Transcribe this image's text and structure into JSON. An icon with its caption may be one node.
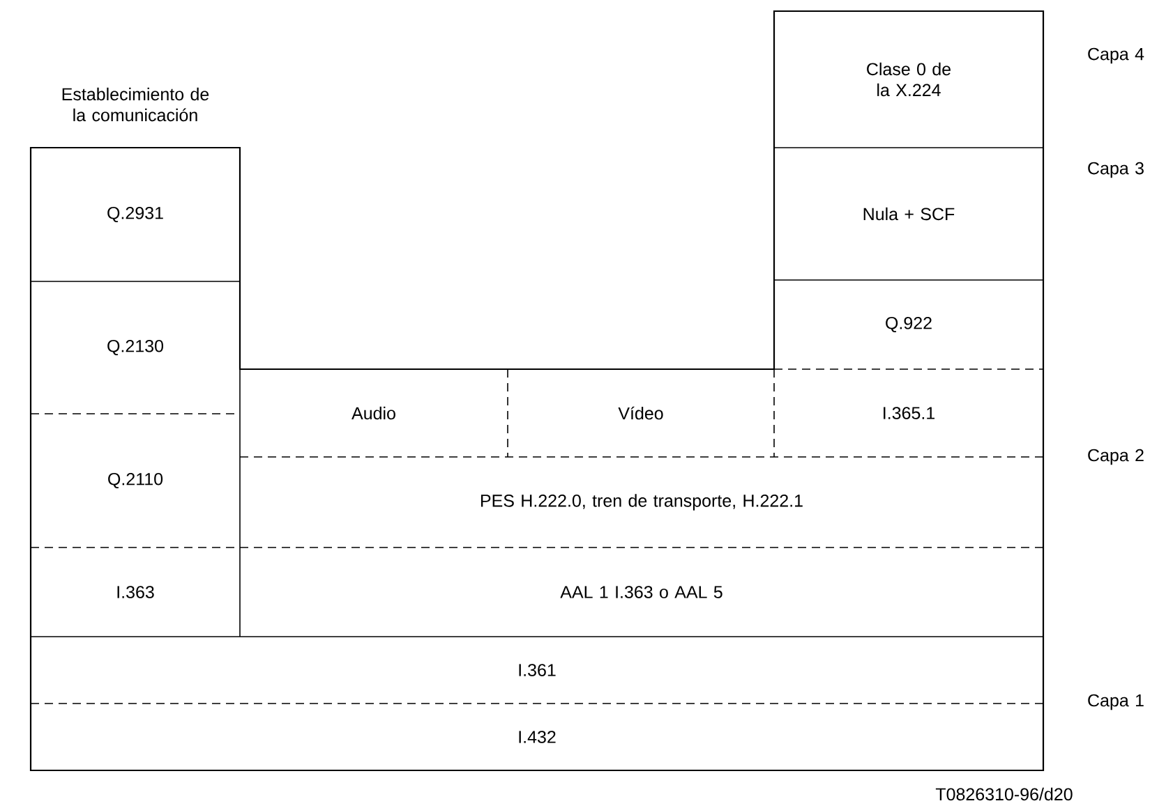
{
  "diagram": {
    "nodes": [
      {
        "text": [
          "Clase 0 de la X.224"
        ]
      },
      {
        "text": [
          "Nula + SCF"
        ]
      },
      {
        "text": [
          "Q.2931"
        ]
      },
      {
        "text": [
          "Q.2130"
        ]
      },
      {
        "text": [
          "Q.922"
        ]
      },
      {
        "text": [
          "Audio"
        ]
      },
      {
        "text": [
          "Vídeo"
        ]
      },
      {
        "text": [
          "I.365.1"
        ]
      },
      {
        "text": [
          "Q.2110"
        ]
      },
      {
        "text": [
          "PES H.222.0, tren de transporte, H.222.1"
        ]
      },
      {
        "text": [
          "I.363"
        ]
      },
      {
        "text": [
          "AAL 1 I.363 o AAL 5"
        ]
      },
      {
        "text": [
          "I.361"
        ]
      },
      {
        "text": [
          "I.432"
        ]
      }
    ],
    "labels": [
      "Capa 4",
      "Establecimiento de la comunicación",
      "Capa 3",
      "Capa 2",
      "Capa 1",
      "T0826310-96/d20"
    ]
  }
}
